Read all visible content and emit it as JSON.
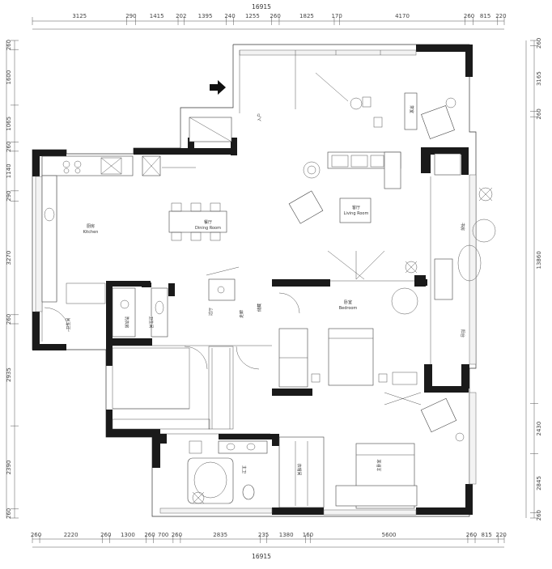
{
  "dimensions": {
    "total_top": "16915",
    "total_bottom": "16915",
    "top": [
      "3125",
      "290",
      "1415",
      "202",
      "1395",
      "240",
      "1255",
      "260",
      "1825",
      "170",
      "4170",
      "260",
      "815",
      "220"
    ],
    "bottom": [
      "260",
      "2220",
      "260",
      "1300",
      "260",
      "700",
      "260",
      "2835",
      "235",
      "1380",
      "160",
      "5600",
      "260",
      "815",
      "220"
    ],
    "left": [
      "260",
      "1600",
      "1065",
      "260",
      "1140",
      "290",
      "3270",
      "260",
      "2935",
      "2390",
      "260"
    ],
    "right": [
      "260",
      "3165",
      "260",
      "13860",
      "2430",
      "2845",
      "260"
    ]
  },
  "labels": {
    "entry": "入户",
    "kitchen": "厨房",
    "kitchen_en": "Kitchen",
    "dining": "餐厅",
    "dining_en": "Dining Room",
    "living": "客厅",
    "living_en": "Living Room",
    "tea": "茶室",
    "study": "书房",
    "bath1": "卫生间",
    "bath2": "卫生间",
    "laundry": "洗衣房",
    "closet": "衣帽间",
    "bedroom1": "卧室",
    "bedroom1_en": "Bedroom",
    "master": "主卧室",
    "master_bath": "主卫",
    "balcony": "阳台",
    "corridor": "走廊",
    "hall": "过厅",
    "storage": "储藏"
  }
}
